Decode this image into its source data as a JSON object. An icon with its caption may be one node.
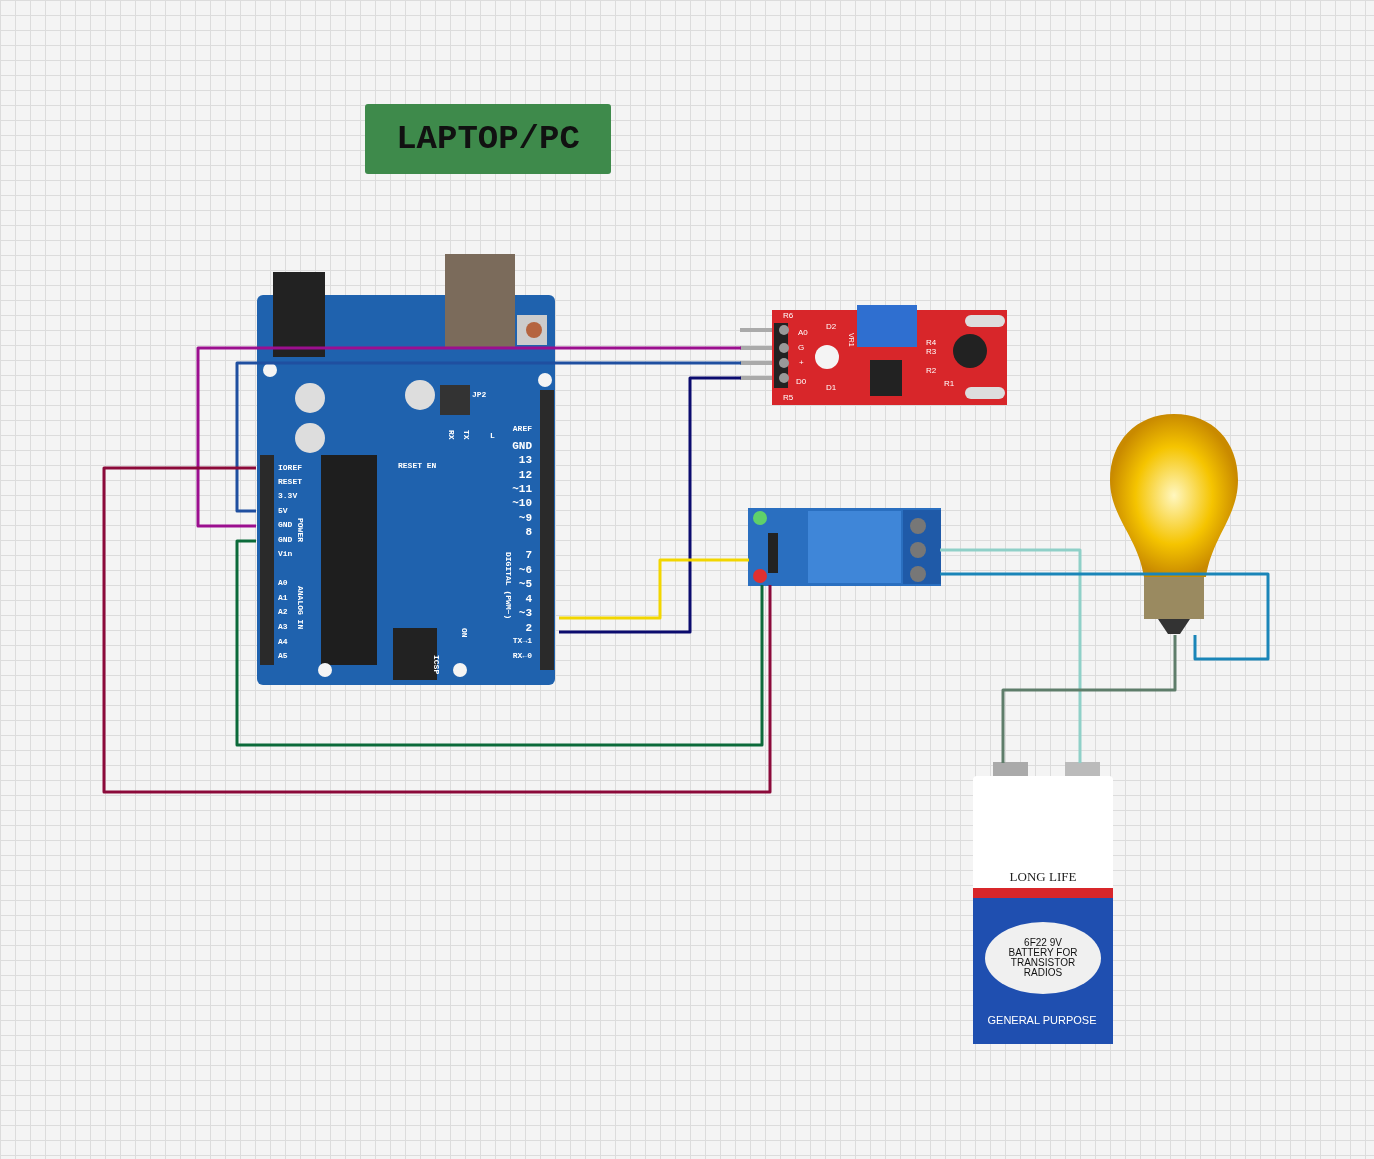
{
  "diagram": {
    "nodes": [
      {
        "text": [
          "LAPTOP/PC"
        ]
      },
      {
        "text": [
          "IOREF",
          "RESET",
          "3.3V",
          "5V",
          "GND",
          "GND",
          "Vin",
          "POWER",
          "A0",
          "A1",
          "A2",
          "A3",
          "A4",
          "A5",
          "ANALOG IN",
          "AREF",
          "GND",
          "13",
          "12",
          "~11",
          "~10",
          "~9",
          "8",
          "7",
          "~6",
          "~5",
          "4",
          "~3",
          "2",
          "TX→1",
          "RX←0",
          "DIGITAL (PWM~)",
          "RX",
          "TX",
          "L",
          "RESET EN",
          "JP2",
          "ON",
          "ICSP"
        ]
      },
      {
        "text": [
          "R6",
          "D2",
          "A0",
          "G",
          "+",
          "D0",
          "D1",
          "R5",
          "VR1",
          "R4",
          "R3",
          "R2",
          "R1"
        ]
      },
      {
        "text": [],
        "shape": "picture"
      },
      {
        "text": [],
        "shape": "picture"
      },
      {
        "text": [
          "LONG LIFE",
          "6F22 9V BATTERY FOR TRANSISTOR RADIOS",
          "GENERAL PURPOSE"
        ]
      }
    ],
    "edges": [
      {
        "from": 2,
        "to": 1,
        "arrow": "none",
        "color": "#9b0f8f"
      },
      {
        "from": 2,
        "to": 1,
        "arrow": "none",
        "color": "#1f4fa0"
      },
      {
        "from": 2,
        "to": 1,
        "arrow": "none",
        "color": "#0b0b6e"
      },
      {
        "from": 4,
        "to": 1,
        "arrow": "none",
        "color": "#f2d600"
      },
      {
        "from": 4,
        "to": 1,
        "arrow": "none",
        "color": "#8b0a3a"
      },
      {
        "from": 4,
        "to": 1,
        "arrow": "none",
        "color": "#0b6a3a"
      },
      {
        "from": 4,
        "to": 5,
        "arrow": "none",
        "color": "#8fd0c8"
      },
      {
        "from": 4,
        "to": 3,
        "arrow": "none",
        "color": "#1a85b8"
      },
      {
        "from": 3,
        "to": 5,
        "arrow": "none",
        "color": "#5e7d6a"
      }
    ]
  }
}
